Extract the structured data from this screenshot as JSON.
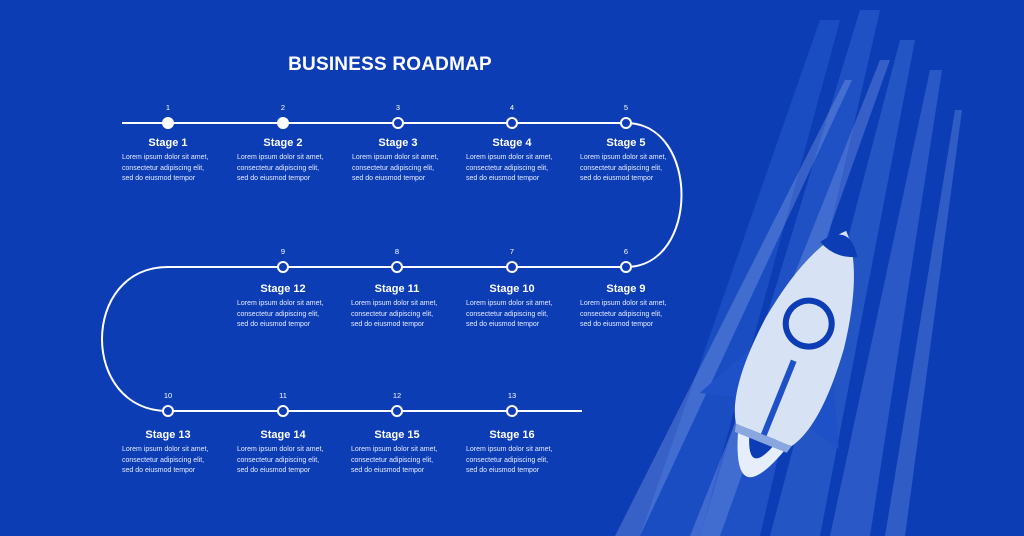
{
  "title": "BUSINESS ROADMAP",
  "colors": {
    "background": "#0d3db5",
    "line": "#ffffff",
    "rocket_body": "#d8e2f5",
    "rocket_accent": "#0d3db5"
  },
  "stages": [
    {
      "number": "1",
      "label": "Stage 1",
      "filled": true
    },
    {
      "number": "2",
      "label": "Stage 2",
      "filled": true
    },
    {
      "number": "3",
      "label": "Stage 3",
      "filled": false
    },
    {
      "number": "4",
      "label": "Stage 4",
      "filled": false
    },
    {
      "number": "5",
      "label": "Stage 5",
      "filled": false
    },
    {
      "number": "6",
      "label": "Stage 9",
      "filled": false
    },
    {
      "number": "7",
      "label": "Stage 10",
      "filled": false
    },
    {
      "number": "8",
      "label": "Stage 11",
      "filled": false
    },
    {
      "number": "9",
      "label": "Stage 12",
      "filled": false
    },
    {
      "number": "10",
      "label": "Stage 13",
      "filled": false
    },
    {
      "number": "11",
      "label": "Stage 14",
      "filled": false
    },
    {
      "number": "12",
      "label": "Stage 15",
      "filled": false
    },
    {
      "number": "13",
      "label": "Stage 16",
      "filled": false
    }
  ],
  "description_lines": [
    "Lorem ipsum dolor sit amet,",
    "consectetur adipiscing elit,",
    "sed do eiusmod tempor"
  ]
}
